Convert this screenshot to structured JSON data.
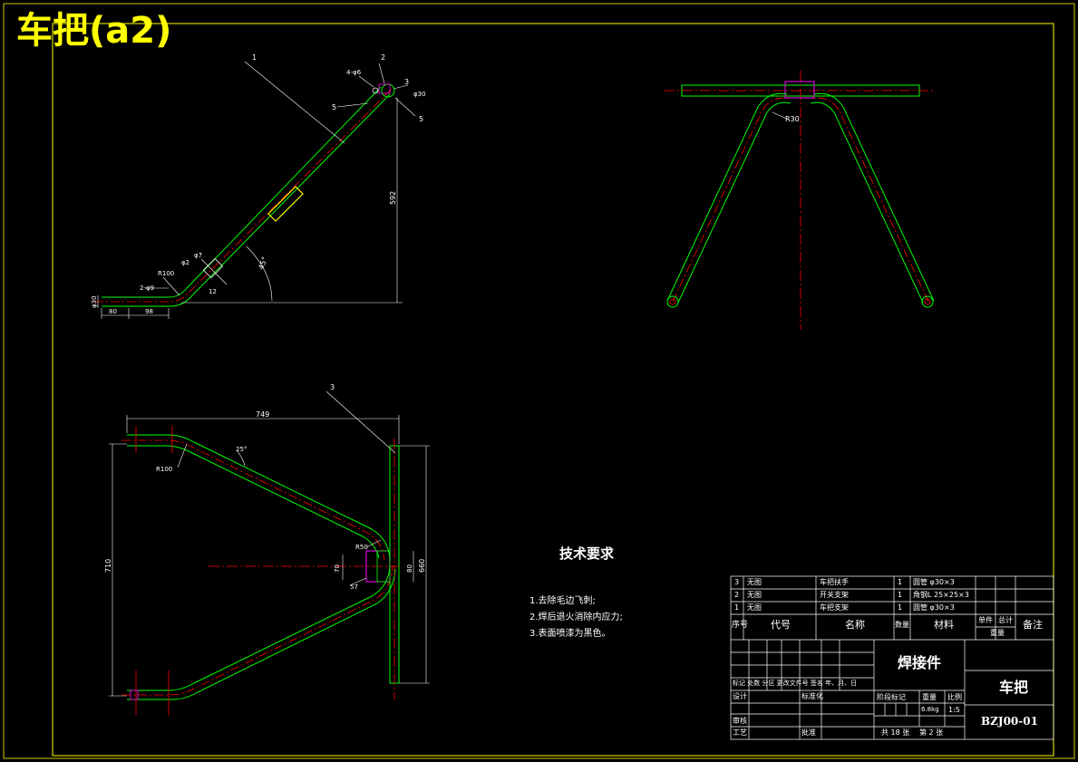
{
  "sheet": {
    "title": "车把(a2)"
  },
  "views": {
    "side": {
      "labels": {
        "part1": "1",
        "part2": "2",
        "part3": "3",
        "part5a": "5",
        "part5b": "5",
        "hole4": "4-φ6",
        "dia30": "φ30",
        "dim592": "592",
        "angle": "45°",
        "phi7": "φ7",
        "phi2": "φ2",
        "dim12": "12",
        "r100": "R100",
        "holes2": "2-φ9",
        "dia30left": "φ30",
        "dim80": "80",
        "dim98": "98"
      }
    },
    "top": {
      "labels": {
        "r30": "R30"
      }
    },
    "front": {
      "labels": {
        "part3": "3",
        "dim749": "749",
        "angle25": "25°",
        "r100": "R100",
        "dim710": "710",
        "r50": "R50",
        "dim70": "70",
        "dim80": "80",
        "dim660": "660",
        "dim57": "57"
      }
    }
  },
  "tech": {
    "title": "技术要求",
    "items": [
      "1.去除毛边飞刺;",
      "2.焊后退火消除内应力;",
      "3.表面喷漆为黑色。"
    ]
  },
  "titleblock": {
    "bom": [
      {
        "no": "3",
        "code": "无图",
        "name": "车把扶手",
        "qty": "1",
        "material": "圆管 φ30×3"
      },
      {
        "no": "2",
        "code": "无图",
        "name": "开关支架",
        "qty": "1",
        "material": "角钢L 25×25×3"
      },
      {
        "no": "1",
        "code": "无图",
        "name": "车把支架",
        "qty": "1",
        "material": "圆管 φ30×3"
      }
    ],
    "headers": {
      "no": "序号",
      "code": "代号",
      "name": "名称",
      "qty": "数量",
      "material": "材料",
      "unit": "单件",
      "total": "总计",
      "weight": "重量",
      "remark": "备注"
    },
    "assembly_type": "焊接件",
    "drawing_name": "车把",
    "drawing_code": "BZJ00-01",
    "sign_row": "标记 处数 分区 更改文件号 签名 年、月、日",
    "design": "设计",
    "standardize": "标准化",
    "review": "审核",
    "process": "工艺",
    "approve": "批准",
    "stage_label": "阶段标记",
    "weight_label": "重量",
    "scale_label": "比例",
    "weight_value": "6.8kg",
    "scale_value": "1:5",
    "sheets_total": "共 18 张",
    "sheet_no": "第 2 张"
  },
  "colors": {
    "outline": "#00ff00",
    "center": "#ff0000",
    "dim": "#ffffff",
    "title": "#ffff00",
    "accent": "#ff00ff",
    "frame": "#ffff00"
  }
}
